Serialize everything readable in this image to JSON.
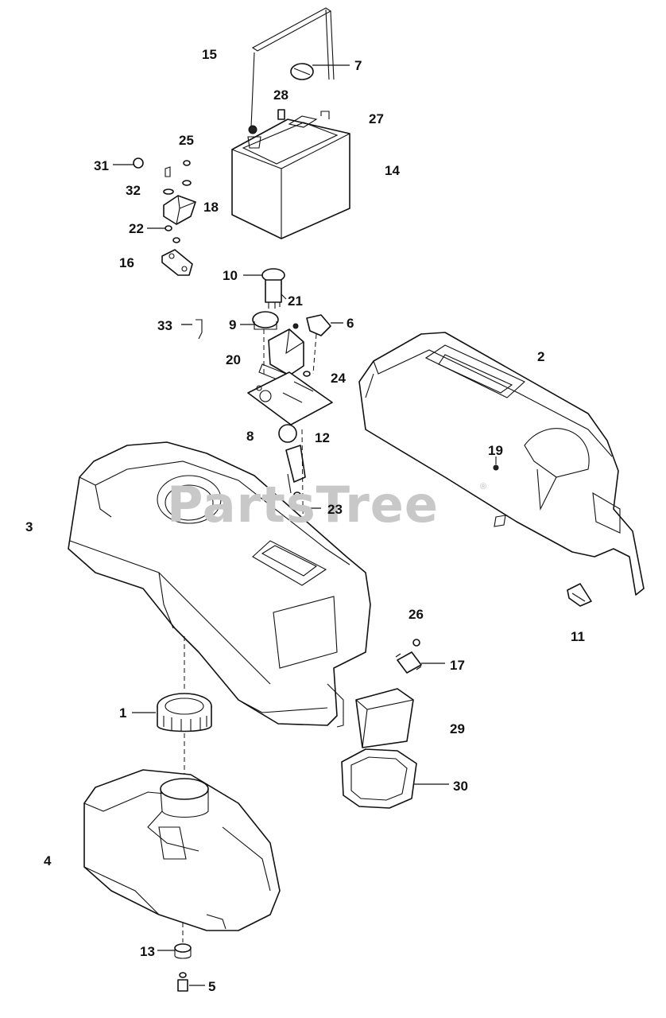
{
  "watermark": {
    "text": "PartsTree",
    "trademark": "®"
  },
  "callouts": [
    {
      "id": "c1",
      "label": "1"
    },
    {
      "id": "c2",
      "label": "2"
    },
    {
      "id": "c3",
      "label": "3"
    },
    {
      "id": "c4",
      "label": "4"
    },
    {
      "id": "c5",
      "label": "5"
    },
    {
      "id": "c6",
      "label": "6"
    },
    {
      "id": "c7",
      "label": "7"
    },
    {
      "id": "c8",
      "label": "8"
    },
    {
      "id": "c9",
      "label": "9"
    },
    {
      "id": "c10",
      "label": "10"
    },
    {
      "id": "c11",
      "label": "11"
    },
    {
      "id": "c12",
      "label": "12"
    },
    {
      "id": "c13",
      "label": "13"
    },
    {
      "id": "c14",
      "label": "14"
    },
    {
      "id": "c15",
      "label": "15"
    },
    {
      "id": "c16",
      "label": "16"
    },
    {
      "id": "c17",
      "label": "17"
    },
    {
      "id": "c18",
      "label": "18"
    },
    {
      "id": "c19",
      "label": "19"
    },
    {
      "id": "c20",
      "label": "20"
    },
    {
      "id": "c21",
      "label": "21"
    },
    {
      "id": "c22",
      "label": "22"
    },
    {
      "id": "c23",
      "label": "23"
    },
    {
      "id": "c24",
      "label": "24"
    },
    {
      "id": "c25",
      "label": "25"
    },
    {
      "id": "c26",
      "label": "26"
    },
    {
      "id": "c27",
      "label": "27"
    },
    {
      "id": "c28",
      "label": "28"
    },
    {
      "id": "c29",
      "label": "29"
    },
    {
      "id": "c30",
      "label": "30"
    },
    {
      "id": "c31",
      "label": "31"
    },
    {
      "id": "c32",
      "label": "32"
    },
    {
      "id": "c33",
      "label": "33"
    }
  ]
}
